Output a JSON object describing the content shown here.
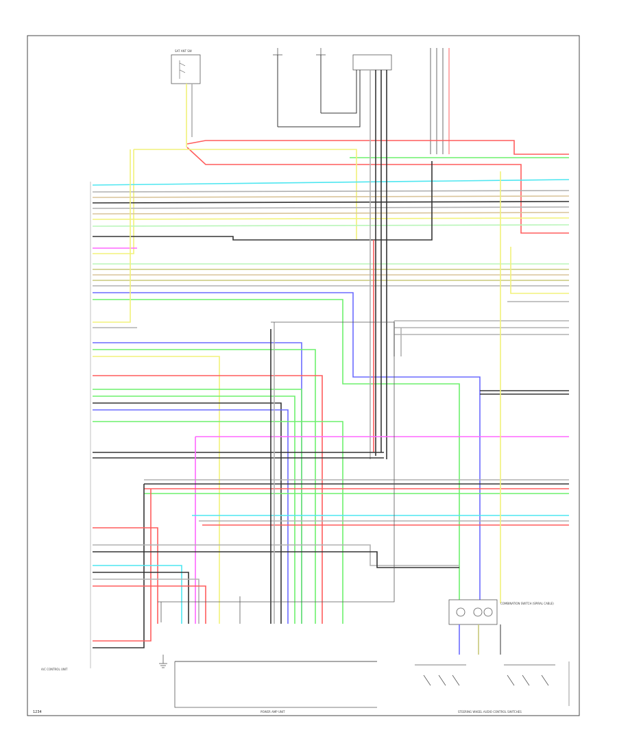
{
  "diagram": {
    "labels": {
      "bottom_left_code": "1234",
      "control_unit": "A/C CONTROL UNIT",
      "bottom_center": "POWER AMP UNIT",
      "bottom_right": "STEERING WHEEL AUDIO CONTROL SWITCHES",
      "combination_switch": "COMBINATION SWITCH (SPIRAL CABLE)",
      "top_left_box": "SAT ANT SW"
    },
    "colors": {
      "red": "#ff5c5c",
      "green": "#6cf06c",
      "blue": "#6a6aff",
      "yellow": "#f2f27a",
      "cyan": "#4de6f0",
      "gray": "#b0b0b0",
      "black": "#333333",
      "pink": "#ff66ff",
      "tan": "#d9c49a",
      "olive": "#c8c87a",
      "lightgreen": "#b8f5b8"
    }
  }
}
